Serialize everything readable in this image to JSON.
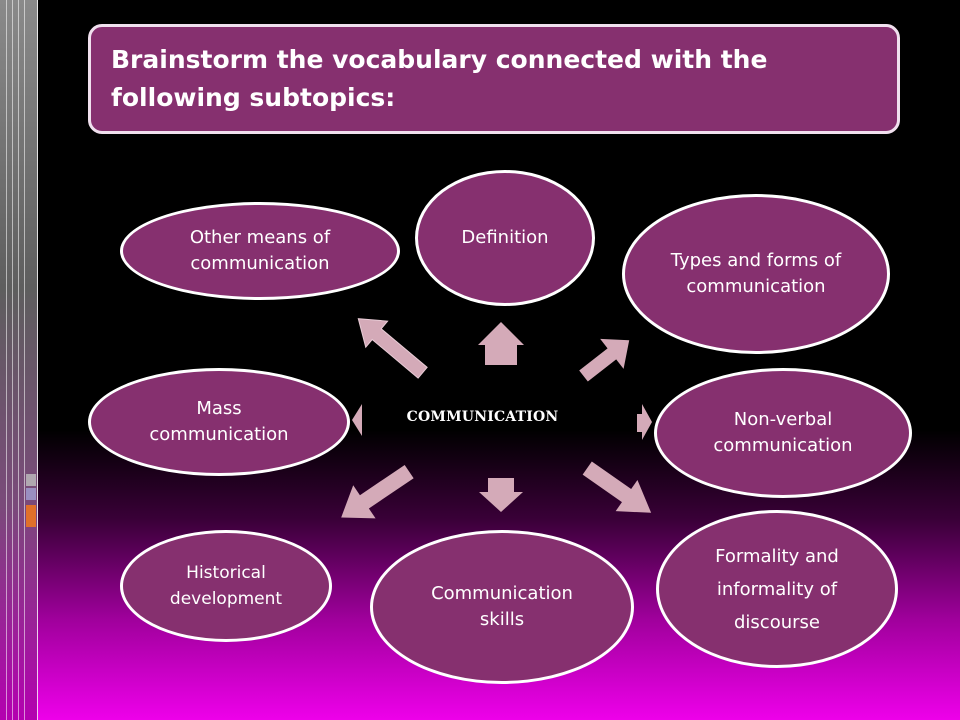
{
  "title": "Brainstorm the vocabulary connected with the following subtopics:",
  "center": "COMMUNICATION",
  "nodes": {
    "definition": "Definition",
    "other_means": "Other means of communication",
    "types_forms": "Types and forms of communication",
    "mass": "Mass communication",
    "non_verbal": "Non-verbal communication",
    "historical": "Historical development",
    "skills": "Communication skills",
    "formality": "Formality and informality of discourse"
  },
  "colors": {
    "node_fill": "#86306f",
    "node_border": "#ffffff",
    "arrow_fill": "#d4aab8",
    "background_bottom": "#ee00ea"
  }
}
